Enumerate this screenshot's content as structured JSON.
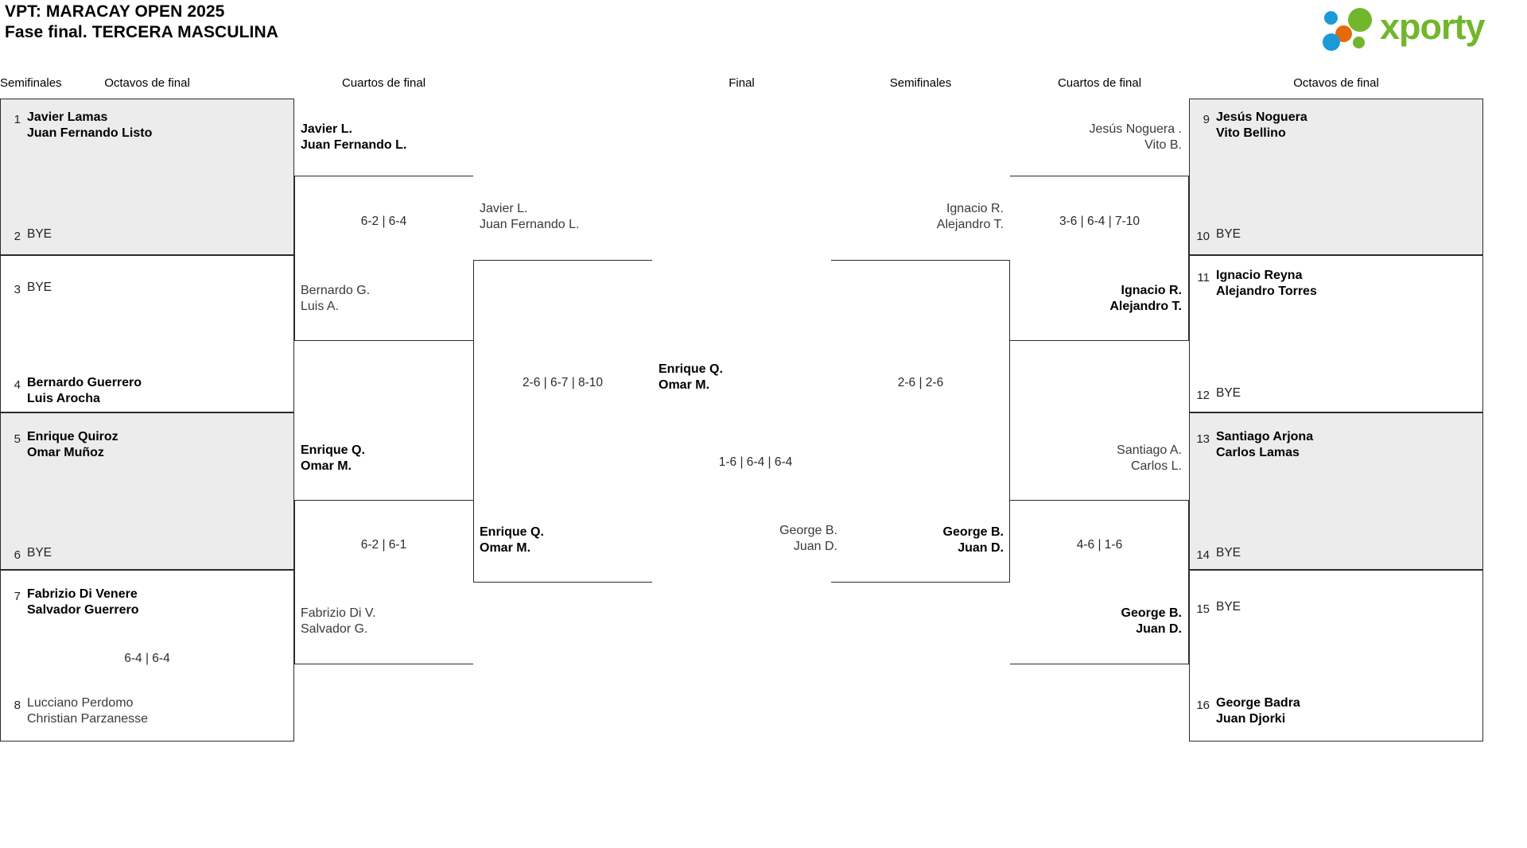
{
  "header": {
    "title_line1": "VPT: MARACAY OPEN 2025",
    "title_line2": "Fase final. TERCERA MASCULINA",
    "logo_text": "xporty",
    "logo_colors": {
      "green": "#72b62c",
      "blue": "#1b9ad6",
      "orange": "#e8690b"
    }
  },
  "rounds": {
    "r16_left": "Octavos de final",
    "qf_left": "Cuartos de final",
    "sf_left": "Semifinales",
    "final": "Final",
    "sf_right": "Semifinales",
    "qf_right": "Cuartos de final",
    "r16_right": "Octavos de final"
  },
  "labels": {
    "bye": "BYE"
  },
  "left": {
    "r16": [
      {
        "seed": "1",
        "p1": "Javier Lamas",
        "p2": "Juan Fernando Listo",
        "winner": true,
        "bye": false
      },
      {
        "seed": "2",
        "p1": "BYE",
        "p2": "",
        "winner": false,
        "bye": true
      },
      {
        "seed": "3",
        "p1": "BYE",
        "p2": "",
        "winner": false,
        "bye": true
      },
      {
        "seed": "4",
        "p1": "Bernardo Guerrero",
        "p2": "Luis Arocha",
        "winner": true,
        "bye": false
      },
      {
        "seed": "5",
        "p1": "Enrique Quiroz",
        "p2": "Omar Muñoz",
        "winner": true,
        "bye": false
      },
      {
        "seed": "6",
        "p1": "BYE",
        "p2": "",
        "winner": false,
        "bye": true
      },
      {
        "seed": "7",
        "p1": "Fabrizio Di Venere",
        "p2": "Salvador Guerrero",
        "winner": true,
        "bye": false
      },
      {
        "seed": "8",
        "p1": "Lucciano Perdomo",
        "p2": "Christian Parzanesse",
        "winner": false,
        "bye": false
      }
    ],
    "r16_scores": [
      "",
      "",
      "6-4 | 6-4"
    ],
    "qf": [
      {
        "p1": "Javier L.",
        "p2": "Juan Fernando L.",
        "winner": true
      },
      {
        "p1": "Bernardo G.",
        "p2": "Luis A.",
        "winner": false
      },
      {
        "p1": "Enrique Q.",
        "p2": "Omar M.",
        "winner": true
      },
      {
        "p1": "Fabrizio Di V.",
        "p2": "Salvador G.",
        "winner": false
      }
    ],
    "qf_scores": [
      "6-2 | 6-4",
      "6-2 | 6-1"
    ],
    "sf": [
      {
        "p1": "Javier L.",
        "p2": "Juan Fernando L.",
        "winner": false
      },
      {
        "p1": "Enrique Q.",
        "p2": "Omar M.",
        "winner": true
      }
    ],
    "sf_score": "2-6 | 6-7 | 8-10"
  },
  "final": {
    "top": {
      "p1": "Enrique Q.",
      "p2": "Omar M.",
      "winner": true
    },
    "bottom": {
      "p1": "George B.",
      "p2": "Juan D.",
      "winner": false
    },
    "score": "1-6 | 6-4 | 6-4"
  },
  "right": {
    "sf": [
      {
        "p1": "Ignacio R.",
        "p2": "Alejandro T.",
        "winner": false
      },
      {
        "p1": "George B.",
        "p2": "Juan D.",
        "winner": true
      }
    ],
    "sf_score": "2-6 | 2-6",
    "qf": [
      {
        "p1": "Jesús Noguera .",
        "p2": "Vito B.",
        "winner": false
      },
      {
        "p1": "Ignacio R.",
        "p2": "Alejandro T.",
        "winner": true
      },
      {
        "p1": "Santiago A.",
        "p2": "Carlos L.",
        "winner": false
      },
      {
        "p1": "George B.",
        "p2": "Juan D.",
        "winner": true
      }
    ],
    "qf_scores": [
      "3-6 | 6-4 | 7-10",
      "4-6 | 1-6"
    ],
    "r16": [
      {
        "seed": "9",
        "p1": "Jesús Noguera",
        "p2": "Vito Bellino",
        "winner": true,
        "bye": false
      },
      {
        "seed": "10",
        "p1": "BYE",
        "p2": "",
        "winner": false,
        "bye": true
      },
      {
        "seed": "11",
        "p1": "Ignacio Reyna",
        "p2": "Alejandro Torres",
        "winner": true,
        "bye": false
      },
      {
        "seed": "12",
        "p1": "BYE",
        "p2": "",
        "winner": false,
        "bye": true
      },
      {
        "seed": "13",
        "p1": "Santiago Arjona",
        "p2": "Carlos Lamas",
        "winner": true,
        "bye": false
      },
      {
        "seed": "14",
        "p1": "BYE",
        "p2": "",
        "winner": false,
        "bye": true
      },
      {
        "seed": "15",
        "p1": "BYE",
        "p2": "",
        "winner": false,
        "bye": true
      },
      {
        "seed": "16",
        "p1": "George Badra",
        "p2": "Juan Djorki",
        "winner": true,
        "bye": false
      }
    ]
  }
}
